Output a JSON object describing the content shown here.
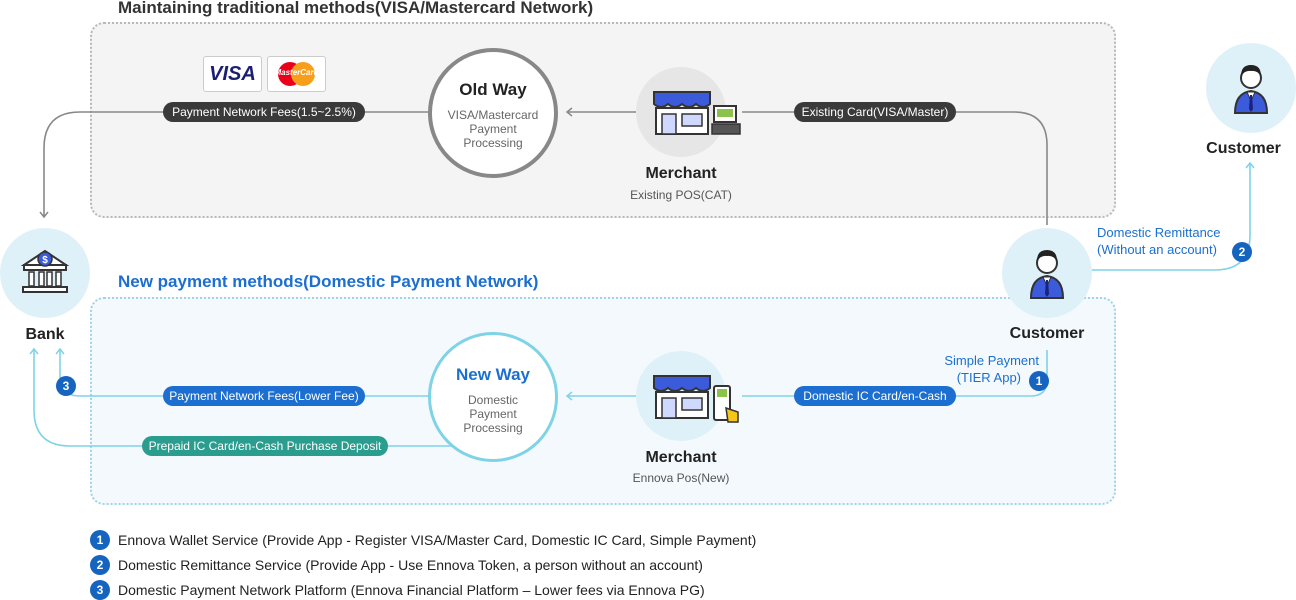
{
  "old_section": {
    "title": "Maintaining traditional methods(VISA/Mastercard Network)"
  },
  "new_section": {
    "title": "New payment methods(Domestic Payment Network)"
  },
  "logos": {
    "visa": "VISA",
    "mastercard": "MasterCard"
  },
  "old_way": {
    "title": "Old Way",
    "line1": "VISA/Mastercard",
    "line2": "Payment",
    "line3": "Processing"
  },
  "new_way": {
    "title": "New Way",
    "line1": "Domestic",
    "line2": "Payment",
    "line3": "Processing"
  },
  "merchant_old": {
    "title": "Merchant",
    "sub": "Existing POS(CAT)"
  },
  "merchant_new": {
    "title": "Merchant",
    "sub": "Ennova Pos(New)"
  },
  "bank": {
    "label": "Bank"
  },
  "customer_main": {
    "label": "Customer"
  },
  "customer_remote": {
    "label": "Customer"
  },
  "pills": {
    "payment_fees_old": "Payment Network Fees(1.5~2.5%)",
    "existing_card": "Existing Card(VISA/Master)",
    "payment_fees_new": "Payment Network Fees(Lower Fee)",
    "domestic_card": "Domestic IC Card/en-Cash",
    "prepaid_deposit": "Prepaid IC Card/en-Cash Purchase Deposit"
  },
  "annotations": {
    "remit_line1": "Domestic Remittance",
    "remit_line2": "(Without an account)",
    "simple_line1": "Simple Payment",
    "simple_line2": "(TIER App)"
  },
  "numbers": {
    "one": "1",
    "two": "2",
    "three": "3"
  },
  "legend": [
    {
      "num": "1",
      "text": "Ennova Wallet Service (Provide App - Register VISA/Master Card, Domestic IC Card, Simple Payment)"
    },
    {
      "num": "2",
      "text": "Domestic Remittance Service (Provide App - Use Ennova Token, a person without an account)"
    },
    {
      "num": "3",
      "text": "Domestic Payment Network Platform (Ennova Financial Platform – Lower fees via Ennova PG)"
    }
  ],
  "colors": {
    "dark_pill": "#3a3a3a",
    "blue_pill": "#1c6fd1",
    "teal_pill": "#2a9d8f",
    "accent_blue": "#1c6fd1",
    "light_cyan": "#7fd3e6",
    "badge_blue": "#1565c0"
  },
  "icons": {
    "bank": "bank-icon",
    "customer": "person-icon",
    "merchant_old": "store-with-register-icon",
    "merchant_new": "store-with-card-terminal-icon"
  }
}
